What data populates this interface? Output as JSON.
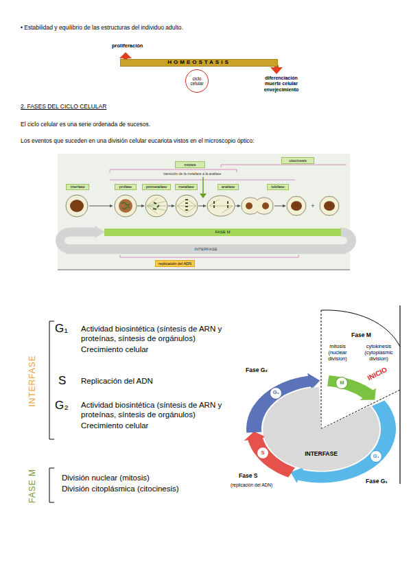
{
  "diagram": {
    "nodes": [
      {
        "text": [
          "HOMEOSTASIS"
        ]
      },
      {
        "text": [
          "ciclo celular"
        ]
      },
      {
        "text": [
          "mitosis"
        ]
      },
      {
        "text": [
          "citocinesis"
        ]
      },
      {
        "text": [
          "interfase"
        ]
      },
      {
        "text": [
          "profase"
        ]
      },
      {
        "text": [
          "prometafase"
        ]
      },
      {
        "text": [
          "metafase"
        ]
      },
      {
        "text": [
          "anafase"
        ]
      },
      {
        "text": [
          "telofase"
        ]
      },
      {
        "text": [
          "FASE M"
        ]
      },
      {
        "text": [
          "INTERFASE"
        ]
      },
      {
        "text": [
          "replicación del ADN"
        ]
      },
      {
        "text": [
          "INTERFASE"
        ]
      },
      {
        "text": [
          "M"
        ]
      },
      {
        "text": [
          "G₂"
        ]
      },
      {
        "text": [
          "S"
        ]
      },
      {
        "text": [
          "G₁"
        ]
      }
    ],
    "labels": [
      "• Estabilidad y equilibrio de las estructuras del individuo adulto.",
      "proliferación",
      "diferenciación muerte celular envejecimiento",
      "2. FASES DEL CICLO CELULAR",
      "El ciclo celular es una serie ordenada de sucesos.",
      "Los eventos que suceden en una división celular eucariota vistos en el microscopio óptico:",
      "transición de la metafase a la anafase",
      "INTERFASE",
      "G₁",
      "Actividad biosintética (síntesis de ARN y proteínas, síntesis de orgánulos)",
      "Crecimiento celular",
      "S",
      "Replicación del ADN",
      "G₂",
      "Actividad biosintética (síntesis de ARN y proteínas, síntesis de orgánulos)",
      "Crecimiento celular",
      "FASE M",
      "División nuclear (mitosis)",
      "División citoplásmica (citocinesis)",
      "Fase M",
      "mitosis (nuclear division)",
      "cytokinesis (cytoplasmic division)",
      "INICIO",
      "Fase G₂",
      "Fase S",
      "(replicación del ADN)",
      "Fase G₁",
      "+"
    ]
  }
}
